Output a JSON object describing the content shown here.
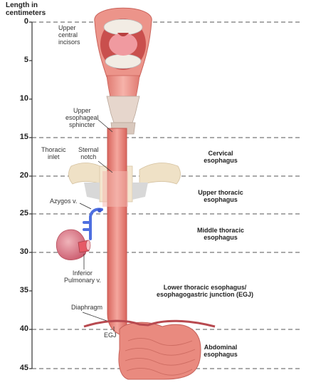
{
  "axis": {
    "title_line1": "Length in",
    "title_line2": "centimeters",
    "ticks": [
      "0",
      "5",
      "10",
      "15",
      "20",
      "25",
      "30",
      "35",
      "40",
      "45"
    ]
  },
  "anatomy_labels": {
    "upper_central_incisors": [
      "Upper",
      "central",
      "incisors"
    ],
    "upper_esophageal_sphincter": [
      "Upper",
      "esophageal",
      "sphincter"
    ],
    "thoracic_inlet": [
      "Thoracic",
      "inlet"
    ],
    "sternal_notch": [
      "Sternal",
      "notch"
    ],
    "azygos_v": "Azygos v.",
    "inferior_pulmonary_v": [
      "Inferior",
      "Pulmonary v."
    ],
    "diaphragm": "Diaphragm",
    "egj": "EGJ"
  },
  "segments": {
    "cervical": [
      "Cervical",
      "esophagus"
    ],
    "upper_thoracic": [
      "Upper thoracic",
      "esophagus"
    ],
    "middle_thoracic": [
      "Middle thoracic",
      "esophagus"
    ],
    "lower_thoracic": [
      "Lower thoracic esophagus/",
      "esophagogastric junction (EGJ)"
    ],
    "abdominal": [
      "Abdominal",
      "esophagus"
    ]
  },
  "colors": {
    "esophagus": "#e8837a",
    "mucosa": "#f3a59c",
    "stomach": "#e9877c",
    "bone": "#efe0c4",
    "vein": "#4e6fe0",
    "lung": "#d86b78",
    "dash": "#555555"
  }
}
